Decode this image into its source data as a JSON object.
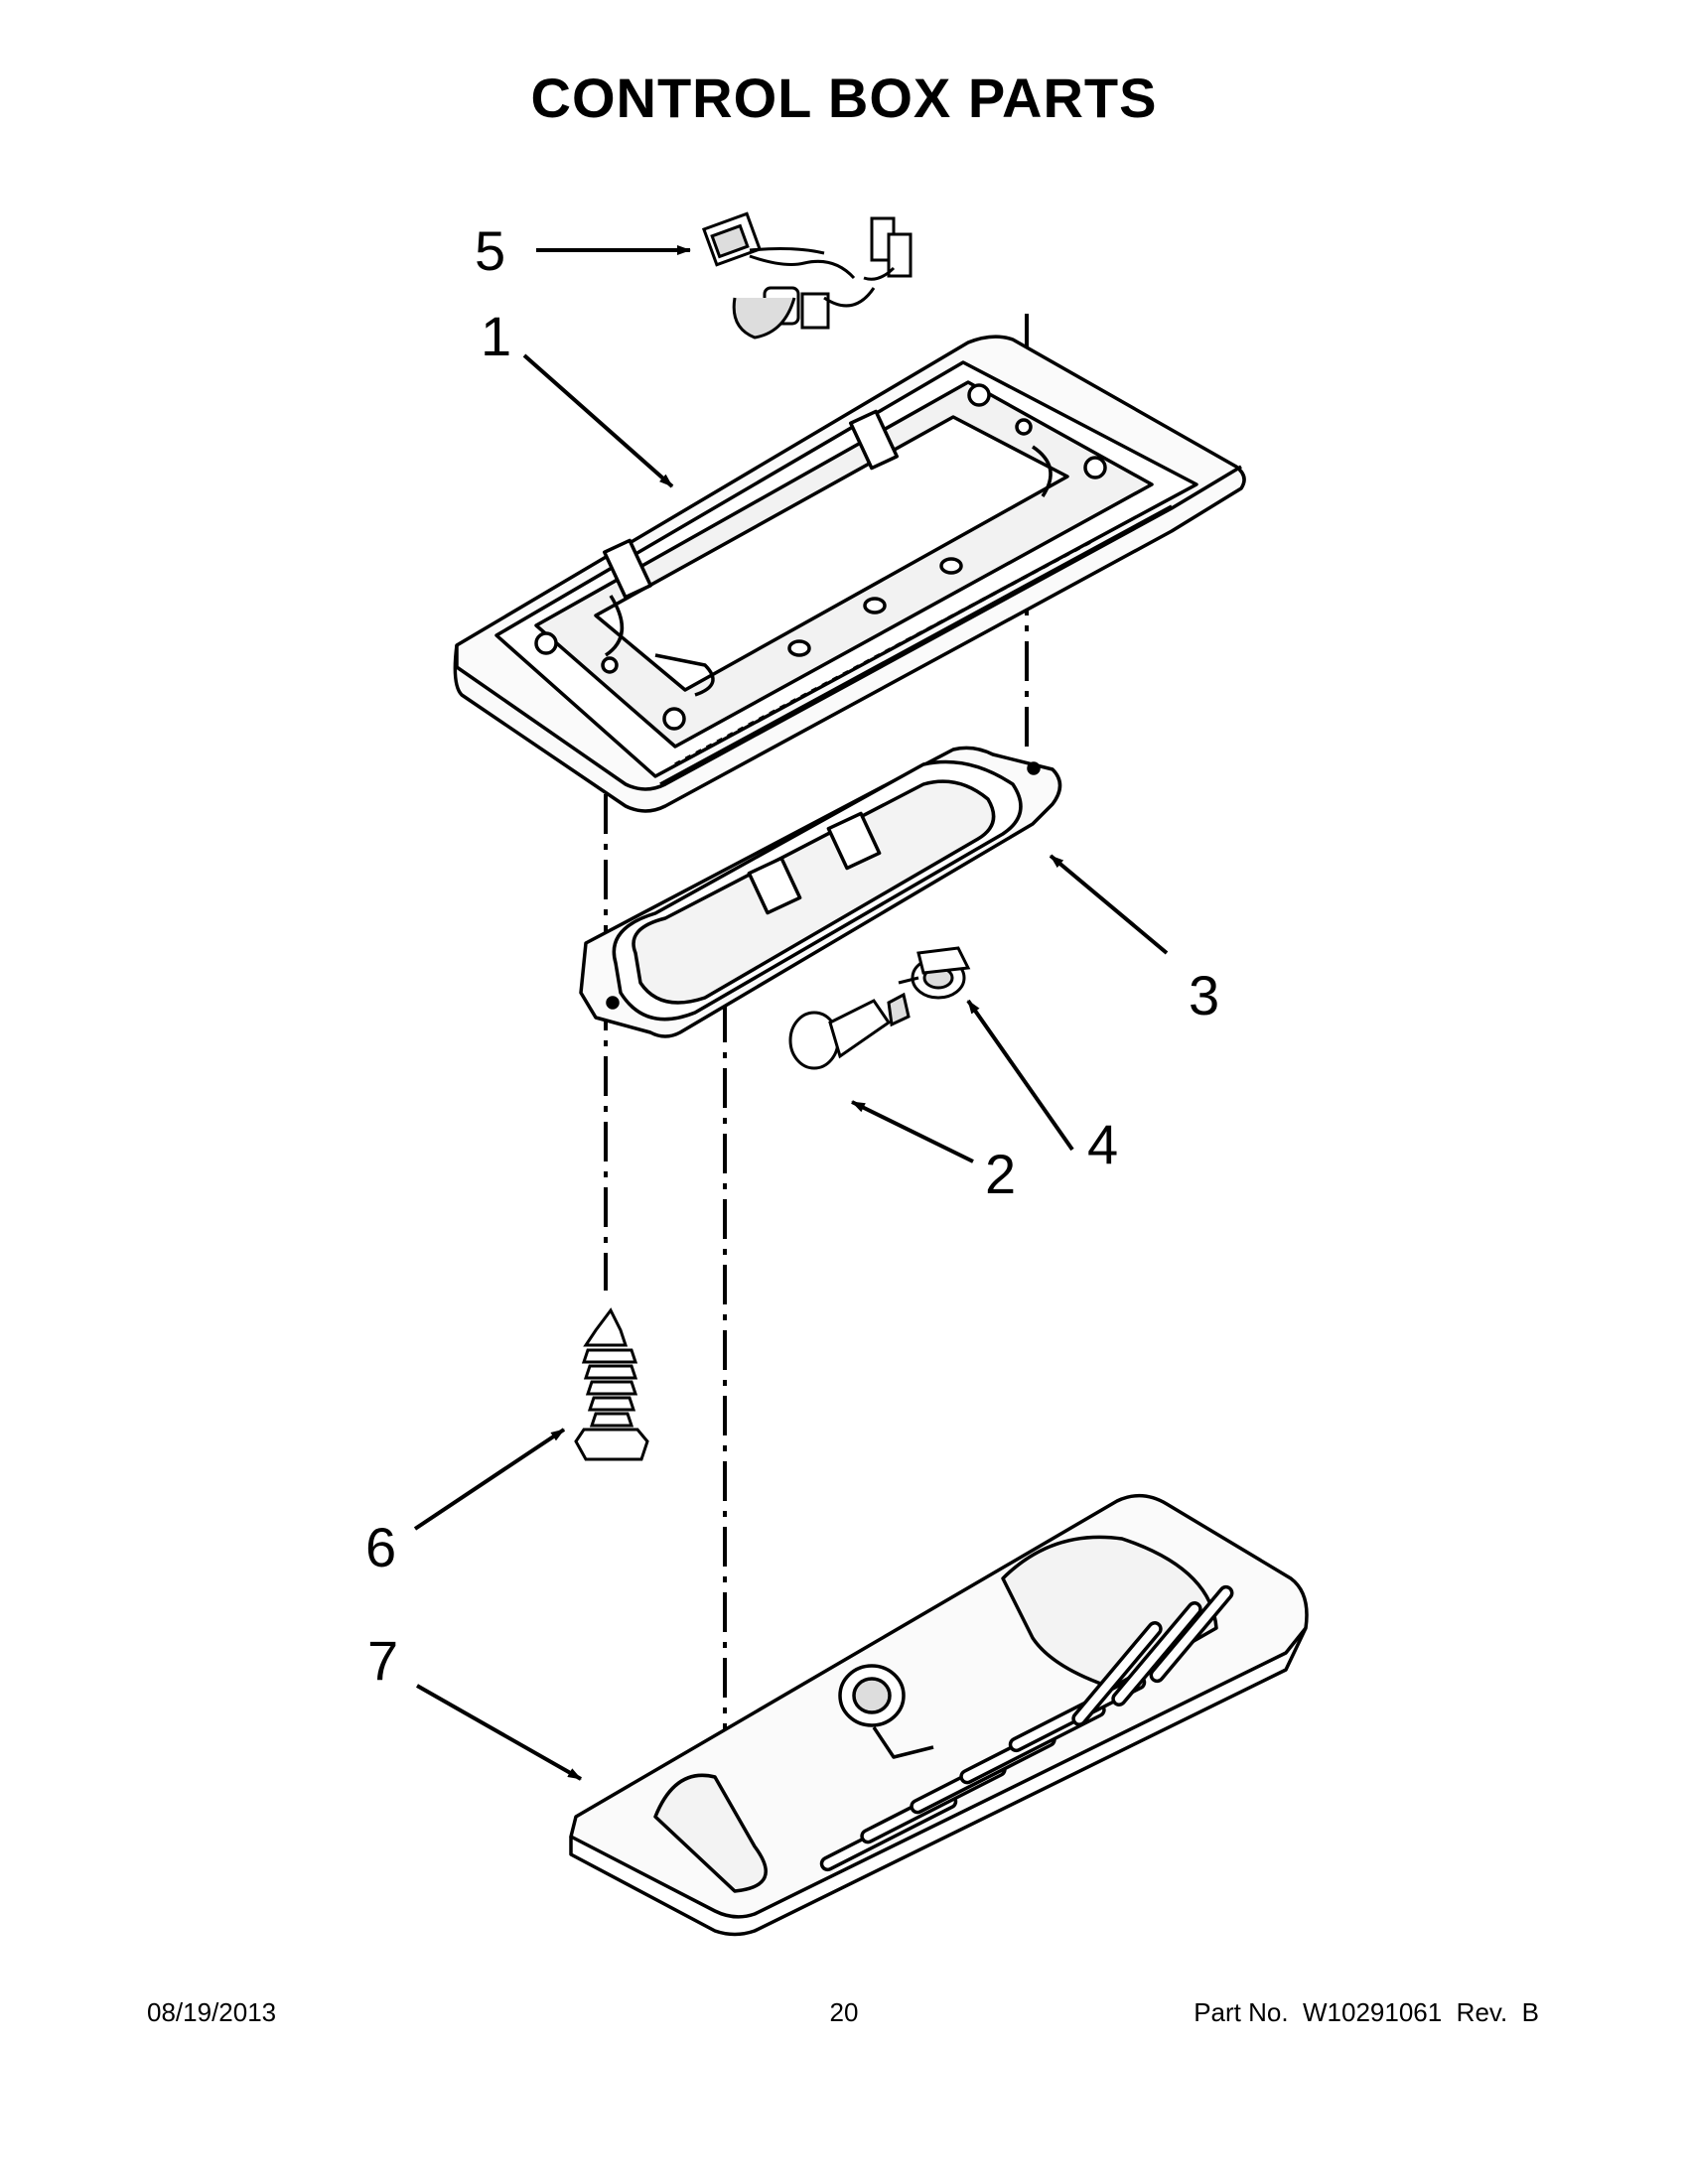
{
  "title": "CONTROL BOX PARTS",
  "callouts": [
    {
      "id": "1",
      "label": "1"
    },
    {
      "id": "2",
      "label": "2"
    },
    {
      "id": "3",
      "label": "3"
    },
    {
      "id": "4",
      "label": "4"
    },
    {
      "id": "5",
      "label": "5"
    },
    {
      "id": "6",
      "label": "6"
    },
    {
      "id": "7",
      "label": "7"
    }
  ],
  "footer": {
    "date": "08/19/2013",
    "page": "20",
    "part_number": "Part No.  W10291061  Rev.  B"
  }
}
